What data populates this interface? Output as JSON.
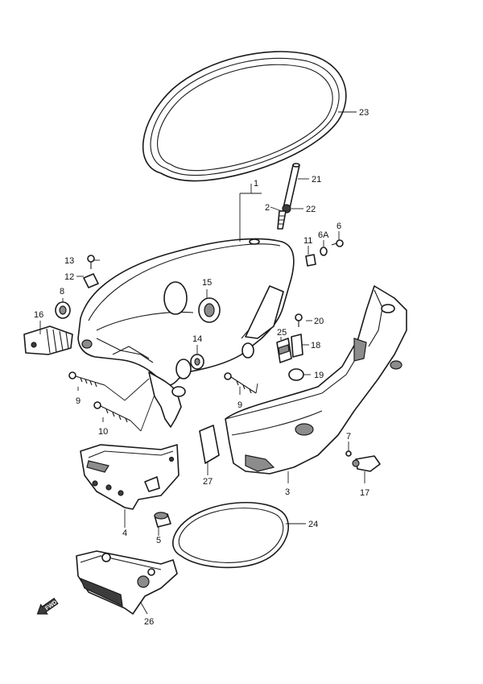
{
  "diagram": {
    "callouts": {
      "c1": "1",
      "c2": "2",
      "c3": "3",
      "c4": "4",
      "c5": "5",
      "c6": "6",
      "c6a": "6A",
      "c7": "7",
      "c8": "8",
      "c9a": "9",
      "c9b": "9",
      "c10": "10",
      "c11": "11",
      "c12": "12",
      "c13": "13",
      "c14": "14",
      "c15": "15",
      "c16": "16",
      "c17": "17",
      "c18": "18",
      "c19": "19",
      "c20": "20",
      "c21": "21",
      "c22": "22",
      "c23": "23",
      "c24": "24",
      "c25": "25",
      "c26": "26",
      "c27": "27"
    },
    "forward_arrow_label": "FWD"
  }
}
